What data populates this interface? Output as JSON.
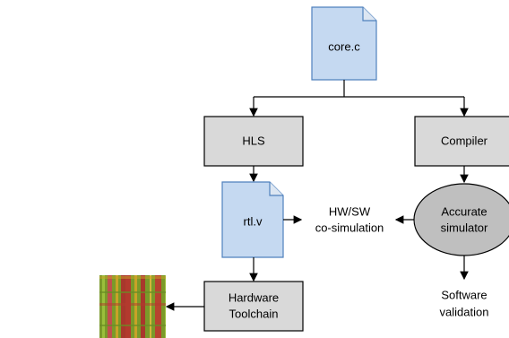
{
  "nodes": {
    "core_file": {
      "label": "core.c"
    },
    "hls_box": {
      "label": "HLS"
    },
    "compiler_box": {
      "label": "Compiler"
    },
    "rtl_file": {
      "label": "rtl.v"
    },
    "simulator": {
      "line1": "Accurate",
      "line2": "simulator"
    },
    "cosim": {
      "line1": "HW/SW",
      "line2": "co-simulation"
    },
    "toolchain_box": {
      "line1": "Hardware",
      "line2": "Toolchain"
    },
    "sw_validation": {
      "line1": "Software",
      "line2": "validation"
    }
  },
  "colors": {
    "file_fill": "#c5d9f1",
    "file_stroke": "#4f81bd",
    "box_fill": "#d9d9d9",
    "box_stroke": "#000000",
    "ellipse_fill": "#bfbfbf",
    "chip_red": "#c0504d",
    "chip_green": "#6a8e23",
    "chip_yellow": "#c9a227"
  },
  "icons": {
    "chip_image": "fpga-layout-thumbnail-icon"
  }
}
